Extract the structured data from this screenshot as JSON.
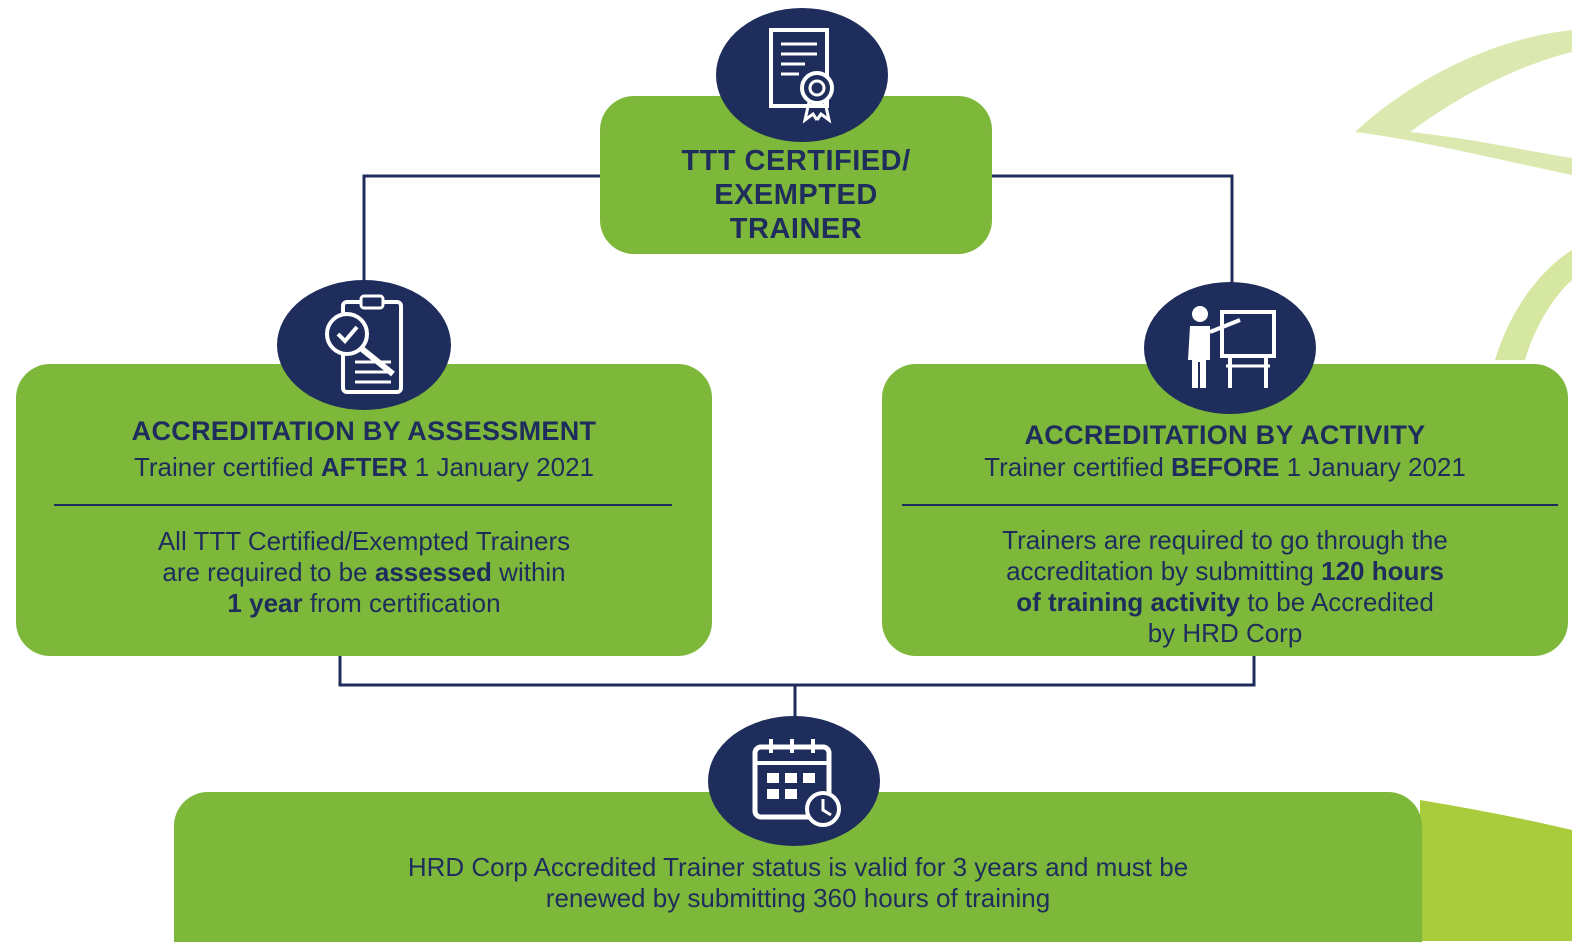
{
  "colors": {
    "green": "#7db83a",
    "navy": "#1f2d5c",
    "leaf": "#c9df8f"
  },
  "top": {
    "title_line1": "TTT CERTIFIED/",
    "title_line2": "EXEMPTED",
    "title_line3": "TRAINER",
    "icon": "certificate-icon"
  },
  "left": {
    "icon": "clipboard-check-icon",
    "title": "ACCREDITATION BY ASSESSMENT",
    "sub_pre": "Trainer certified ",
    "sub_bold": "AFTER",
    "sub_post": " 1 January 2021",
    "desc_1": "All TTT Certified/Exempted Trainers",
    "desc_2": "are required to be ",
    "desc_2_bold": "assessed",
    "desc_2_post": " within",
    "desc_3_bold": "1 year",
    "desc_3_post": " from certification"
  },
  "right": {
    "icon": "presenter-board-icon",
    "title": "ACCREDITATION BY ACTIVITY",
    "sub_pre": "Trainer certified ",
    "sub_bold": "BEFORE",
    "sub_post": " 1 January 2021",
    "desc_1": "Trainers are required to go through the",
    "desc_2": "accreditation by submitting ",
    "desc_2_bold": "120 hours",
    "desc_3_bold": "of training activity",
    "desc_3_post": " to be Accredited",
    "desc_4": "by HRD Corp"
  },
  "bottom": {
    "icon": "calendar-clock-icon",
    "line1": "HRD Corp Accredited Trainer status is valid for 3 years and must be",
    "line2": "renewed by submitting 360 hours of training"
  }
}
